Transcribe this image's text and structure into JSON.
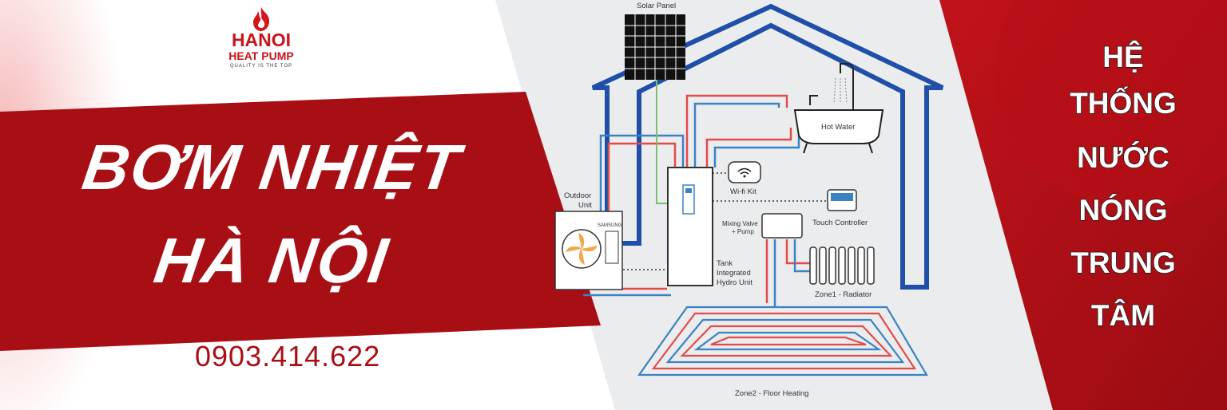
{
  "logo": {
    "brand_line1": "HANOI",
    "brand_line2": "HEAT PUMP",
    "tagline": "QUALITY IS THE TOP",
    "flame_icon": "flame-icon"
  },
  "headline": {
    "line1": "BƠM NHIỆT",
    "line2": "HÀ NỘI"
  },
  "phone": "0903.414.622",
  "diagram": {
    "labels": {
      "solar_panel": "Solar Panel",
      "hot_water": "Hot Water",
      "wifi_kit": "Wi-fi Kit",
      "touch_controller": "Touch Controller",
      "outdoor_unit_1": "Outdoor",
      "outdoor_unit_2": "Unit",
      "mixing_valve_1": "Mixing Valve",
      "mixing_valve_2": "+ Pump",
      "tank_1": "Tank",
      "tank_2": "Integrated",
      "tank_3": "Hydro Unit",
      "zone1": "Zone1 - Radiator",
      "zone2": "Zone2 - Floor Heating",
      "samsung": "SAMSUNG"
    }
  },
  "right_panel": {
    "lines": [
      "HỆ",
      "THỐNG",
      "NƯỚC",
      "NÓNG",
      "TRUNG",
      "TÂM"
    ]
  },
  "colors": {
    "brand_red": "#a80f15",
    "dark_red": "#8c0b10",
    "pipe_red": "#e24b4b",
    "pipe_blue": "#3b82c4",
    "house_blue": "#1f4fa8"
  }
}
